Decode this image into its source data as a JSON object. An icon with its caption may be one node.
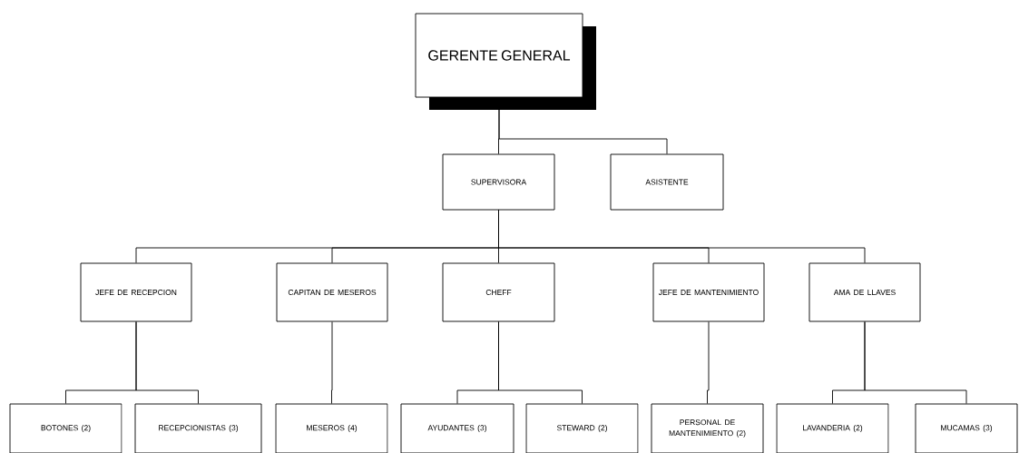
{
  "diagram": {
    "nodes": [
      {
        "text": [
          "GERENTE GENERAL"
        ]
      },
      {
        "text": [
          "SUPERVISORA"
        ]
      },
      {
        "text": [
          "ASISTENTE"
        ]
      },
      {
        "text": [
          "JEFE DE RECEPCION"
        ]
      },
      {
        "text": [
          "CAPITAN DE MESEROS"
        ]
      },
      {
        "text": [
          "CHEFF"
        ]
      },
      {
        "text": [
          "JEFE DE MANTENIMIENTO"
        ]
      },
      {
        "text": [
          "AMA DE LLAVES"
        ]
      },
      {
        "text": [
          "BOTONES (2)"
        ]
      },
      {
        "text": [
          "RECEPCIONISTAS (3)"
        ]
      },
      {
        "text": [
          "MESEROS (4)"
        ]
      },
      {
        "text": [
          "AYUDANTES (3)"
        ]
      },
      {
        "text": [
          "STEWARD (2)"
        ]
      },
      {
        "text": [
          "PERSONAL DE MANTENIMIENTO (2)"
        ]
      },
      {
        "text": [
          "LAVANDERIA (2)"
        ]
      },
      {
        "text": [
          "MUCAMAS (3)"
        ]
      }
    ],
    "edges": [
      {
        "from": 0,
        "to": 1,
        "arrow": "none"
      },
      {
        "from": 0,
        "to": 2,
        "arrow": "none"
      },
      {
        "from": 1,
        "to": 3,
        "arrow": "none"
      },
      {
        "from": 1,
        "to": 4,
        "arrow": "none"
      },
      {
        "from": 1,
        "to": 5,
        "arrow": "none"
      },
      {
        "from": 1,
        "to": 6,
        "arrow": "none"
      },
      {
        "from": 1,
        "to": 7,
        "arrow": "none"
      },
      {
        "from": 3,
        "to": 8,
        "arrow": "none"
      },
      {
        "from": 3,
        "to": 9,
        "arrow": "none"
      },
      {
        "from": 4,
        "to": 10,
        "arrow": "none"
      },
      {
        "from": 5,
        "to": 11,
        "arrow": "none"
      },
      {
        "from": 5,
        "to": 12,
        "arrow": "none"
      },
      {
        "from": 6,
        "to": 13,
        "arrow": "none"
      },
      {
        "from": 7,
        "to": 14,
        "arrow": "none"
      },
      {
        "from": 7,
        "to": 15,
        "arrow": "none"
      }
    ]
  }
}
